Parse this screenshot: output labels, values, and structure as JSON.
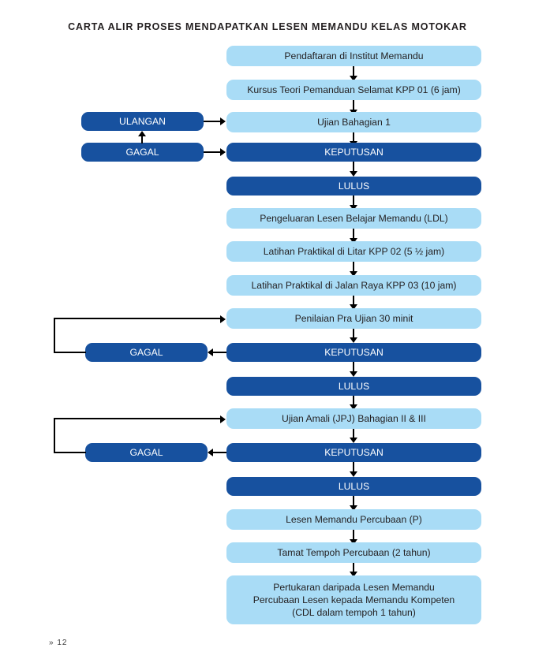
{
  "document": {
    "title": "CARTA ALIR PROSES MENDAPATKAN LESEN MEMANDU KELAS MOTOKAR",
    "page_marker": "» 12"
  },
  "colors": {
    "light_box": "#a9dcf6",
    "dark_box": "#17519f",
    "connector": "#000000",
    "light_text": "#231f20",
    "dark_text": "#ffffff",
    "background": "#ffffff"
  },
  "flowchart": {
    "type": "flowchart",
    "orientation": "top-to-bottom",
    "main_nodes": [
      {
        "id": "n1",
        "label": "Pendaftaran di Institut Memandu",
        "style": "light"
      },
      {
        "id": "n2",
        "label": "Kursus Teori Pemanduan Selamat KPP 01 (6 jam)",
        "style": "light"
      },
      {
        "id": "n3",
        "label": "Ujian Bahagian 1",
        "style": "light"
      },
      {
        "id": "n4",
        "label": "KEPUTUSAN",
        "style": "dark"
      },
      {
        "id": "n5",
        "label": "LULUS",
        "style": "dark"
      },
      {
        "id": "n6",
        "label": "Pengeluaran Lesen Belajar Memandu (LDL)",
        "style": "light"
      },
      {
        "id": "n7",
        "label": "Latihan Praktikal di Litar KPP 02 (5 ½ jam)",
        "style": "light"
      },
      {
        "id": "n8",
        "label": "Latihan Praktikal di Jalan Raya KPP 03 (10 jam)",
        "style": "light"
      },
      {
        "id": "n9",
        "label": "Penilaian Pra Ujian 30 minit",
        "style": "light"
      },
      {
        "id": "n10",
        "label": "KEPUTUSAN",
        "style": "dark"
      },
      {
        "id": "n11",
        "label": "LULUS",
        "style": "dark"
      },
      {
        "id": "n12",
        "label": "Ujian Amali (JPJ) Bahagian II & III",
        "style": "light"
      },
      {
        "id": "n13",
        "label": "KEPUTUSAN",
        "style": "dark"
      },
      {
        "id": "n14",
        "label": "LULUS",
        "style": "dark"
      },
      {
        "id": "n15",
        "label": "Lesen Memandu Percubaan (P)",
        "style": "light"
      },
      {
        "id": "n16",
        "label": "Tamat Tempoh Percubaan (2 tahun)",
        "style": "light"
      }
    ],
    "final_node": {
      "id": "n17",
      "style": "light",
      "lines": [
        "Pertukaran daripada Lesen Memandu",
        "Percubaan Lesen kepada Memandu Kompeten",
        "(CDL dalam tempoh 1 tahun)"
      ]
    },
    "side_nodes": [
      {
        "id": "s1",
        "label": "ULANGAN",
        "style": "dark",
        "feeds": "Ujian Bahagian 1"
      },
      {
        "id": "s2",
        "label": "GAGAL",
        "style": "dark",
        "feeds": "ULANGAN"
      },
      {
        "id": "s3",
        "label": "GAGAL",
        "style": "dark",
        "feeds": "Penilaian Pra Ujian 30 minit"
      },
      {
        "id": "s4",
        "label": "GAGAL",
        "style": "dark",
        "feeds": "Ujian Amali (JPJ) Bahagian II & III"
      }
    ]
  }
}
